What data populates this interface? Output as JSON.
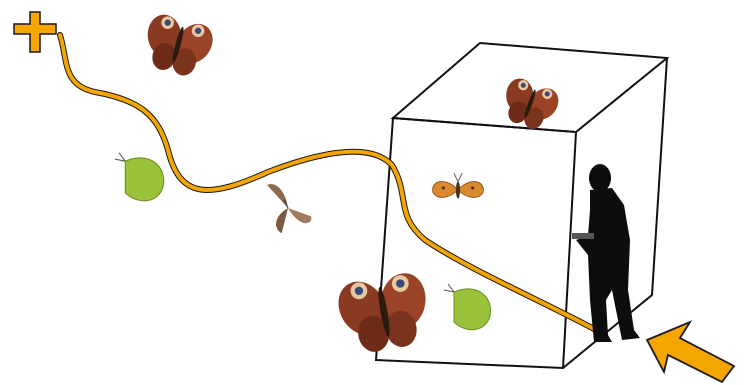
{
  "diagram": {
    "colors": {
      "path": "#f5a500",
      "path_outline": "#1a1a1a",
      "box_edge": "#111111",
      "silhouette": "#0d0d0d",
      "peacock_wing": "#8a3a20",
      "peacock_eye": "#e8c8a0",
      "brimstone": "#9ac23a",
      "small_heath": "#9a7658",
      "fritillary": "#d98a2e"
    },
    "elements": {
      "start_marker": "cross-icon",
      "path": "flight-path",
      "enclosure": "cube-outline",
      "observer": "person-silhouette",
      "entry_arrow": "arrow-icon",
      "butterflies": [
        "peacock",
        "peacock",
        "peacock",
        "brimstone",
        "brimstone",
        "small-heath",
        "fritillary"
      ]
    }
  }
}
